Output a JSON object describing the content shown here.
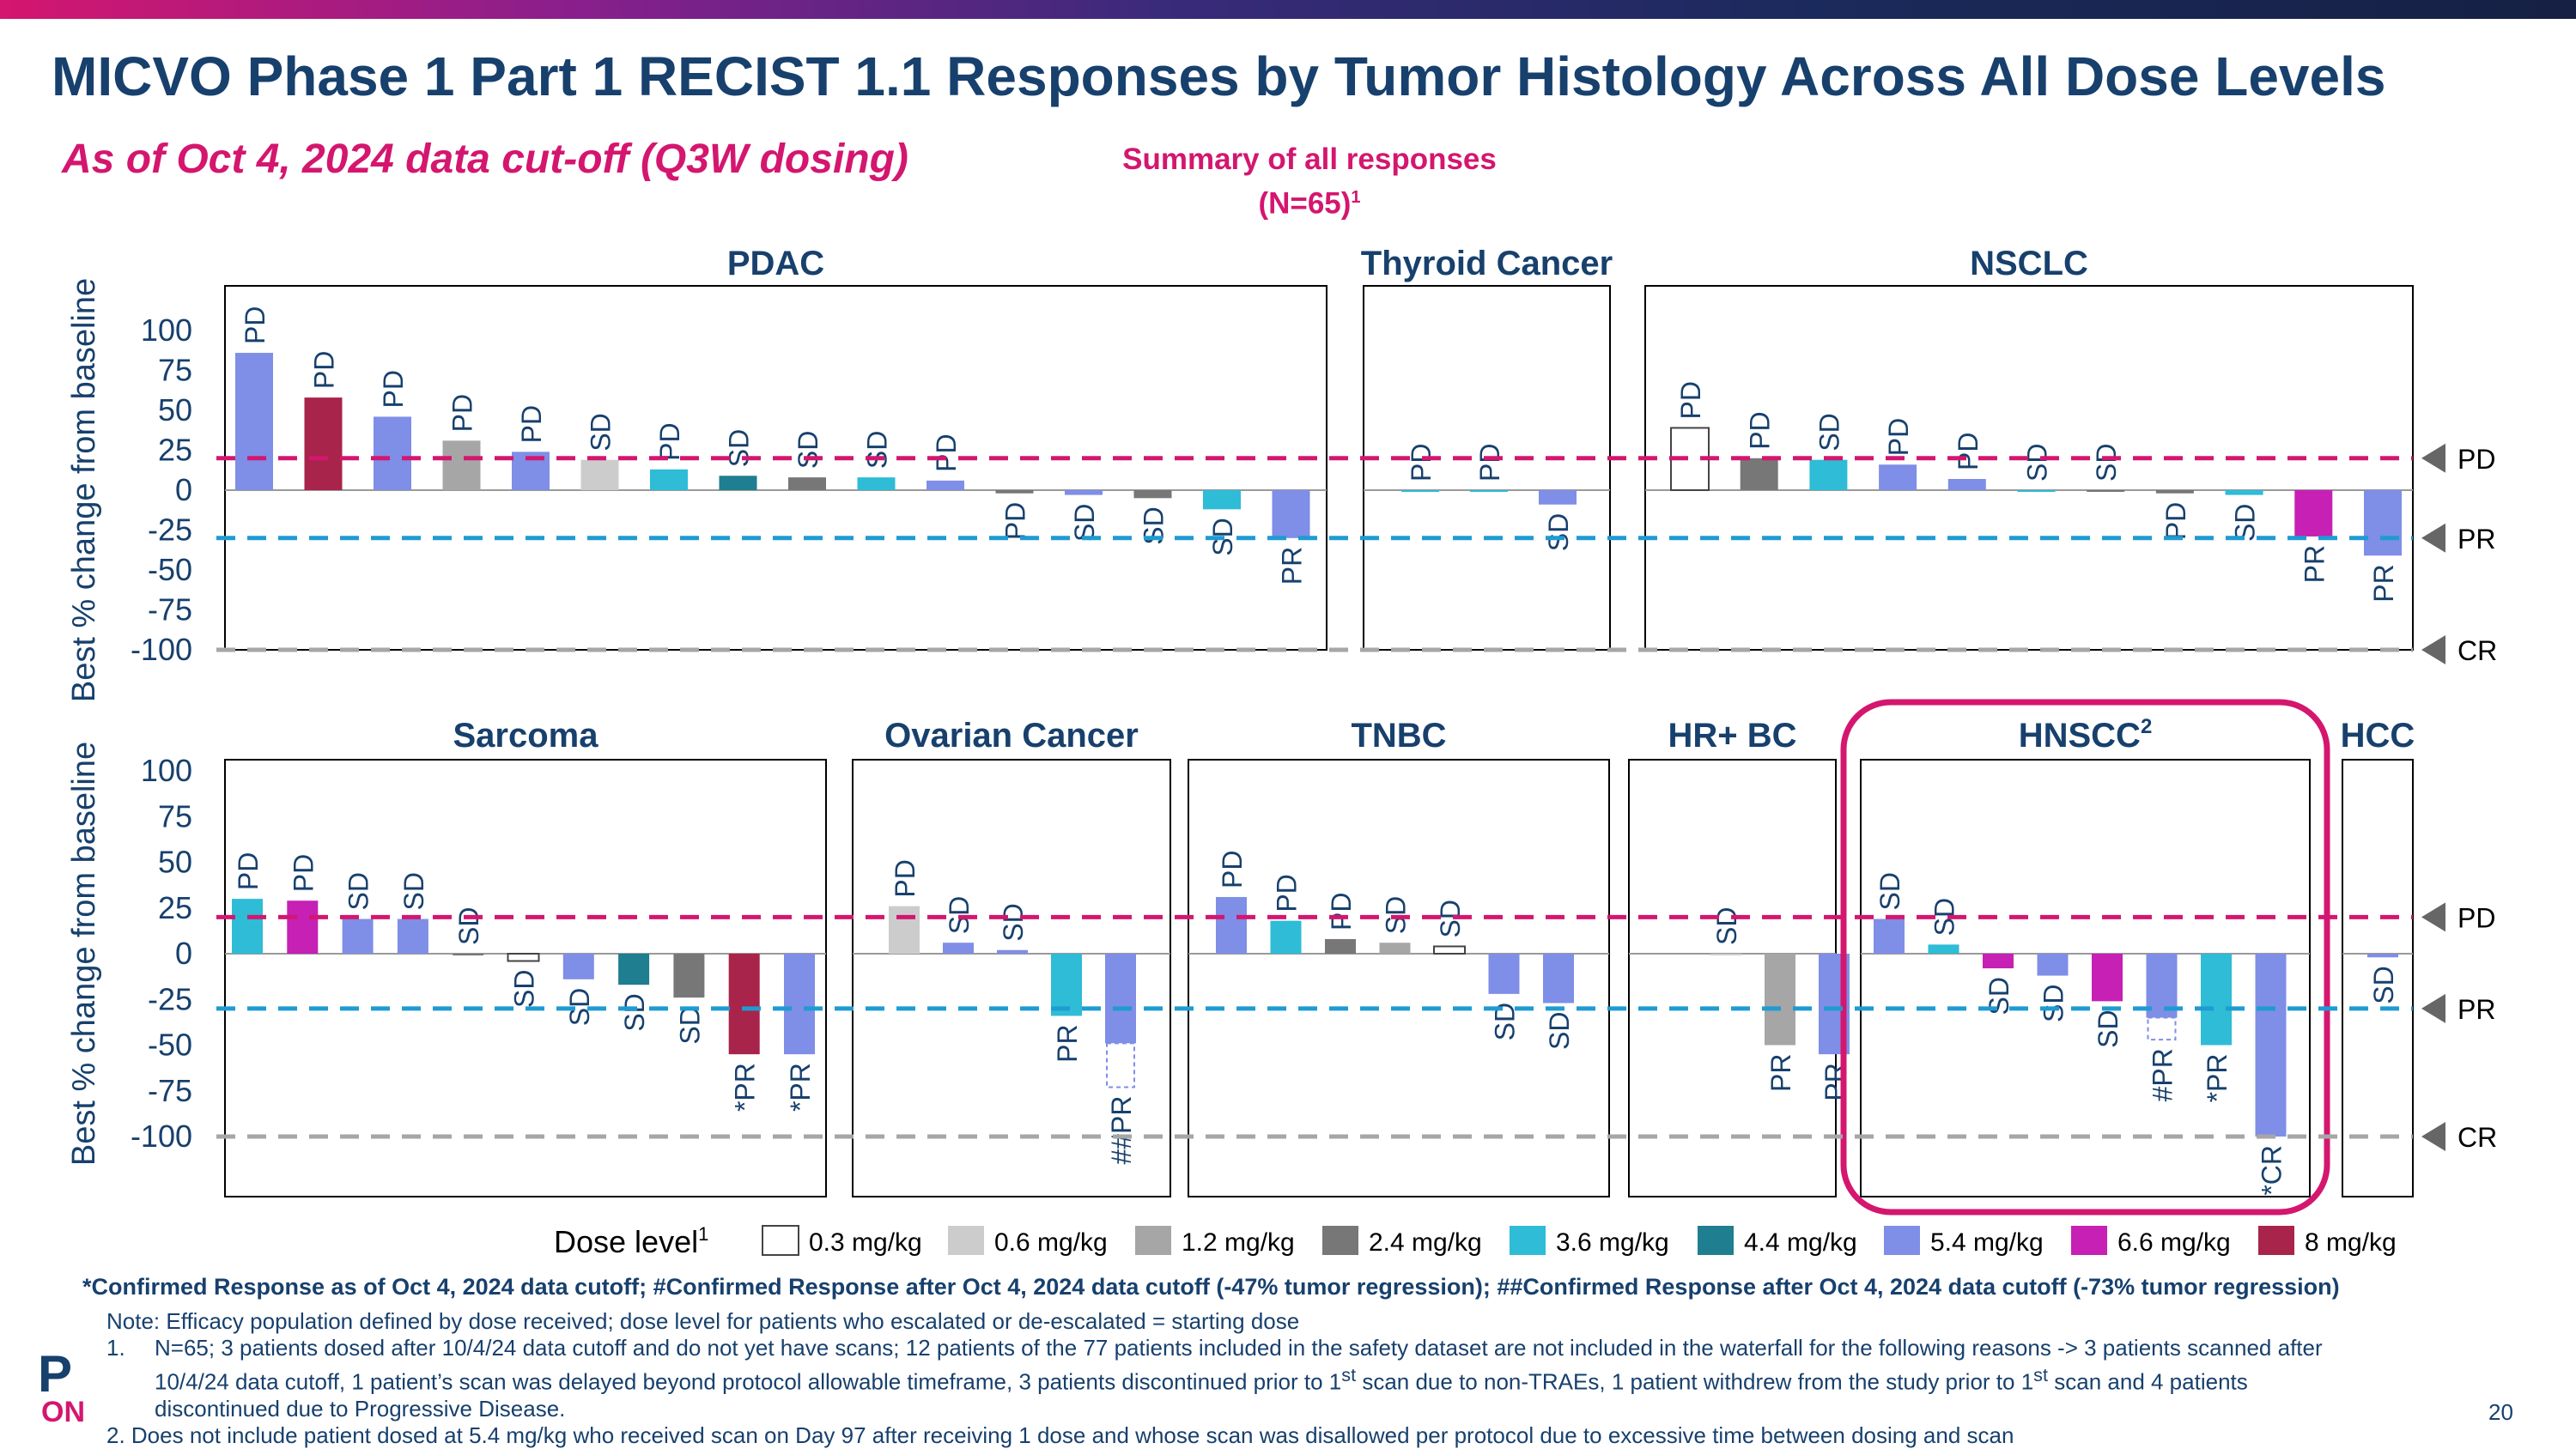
{
  "header": {
    "title": "MICVO Phase 1 Part 1 RECIST 1.1 Responses by Tumor Histology Across All Dose Levels",
    "subtitle": "As of Oct 4, 2024 data cut-off (Q3W dosing)",
    "summary_line1": "Summary of all responses",
    "summary_line2": "(N=65)",
    "summary_sup": "1"
  },
  "colors": {
    "0.3 mg/kg": "#ffffff",
    "0.6 mg/kg": "#cccccc",
    "1.2 mg/kg": "#a6a6a6",
    "2.4 mg/kg": "#777777",
    "3.6 mg/kg": "#2ebcd6",
    "4.4 mg/kg": "#1f7e8f",
    "5.4 mg/kg": "#7f8ee6",
    "6.6 mg/kg": "#c620b4",
    "8 mg/kg": "#a8244a",
    "pd_line": "#d4166f",
    "pr_line": "#1e9bd2",
    "cr_line": "#a6a6a6",
    "text_navy": "#17406d"
  },
  "legend": {
    "label": "Dose level",
    "label_sup": "1",
    "items": [
      "0.3 mg/kg",
      "0.6 mg/kg",
      "1.2 mg/kg",
      "2.4 mg/kg",
      "3.6 mg/kg",
      "4.4 mg/kg",
      "5.4 mg/kg",
      "6.6 mg/kg",
      "8 mg/kg"
    ]
  },
  "chart_data": [
    {
      "type": "bar",
      "ylabel": "Best % change from baseline",
      "ylim": [
        -100,
        100
      ],
      "yticks": [
        100,
        75,
        50,
        25,
        0,
        -25,
        -50,
        -75,
        -100
      ],
      "thresholds": [
        {
          "label": "PD",
          "value": 20
        },
        {
          "label": "PR",
          "value": -30
        },
        {
          "label": "CR",
          "value": -100
        }
      ],
      "panels": [
        {
          "name": "PDAC",
          "bars": [
            {
              "value": 86,
              "dose": "5.4 mg/kg",
              "label": "PD"
            },
            {
              "value": 58,
              "dose": "8 mg/kg",
              "label": "PD"
            },
            {
              "value": 46,
              "dose": "5.4 mg/kg",
              "label": "PD"
            },
            {
              "value": 31,
              "dose": "1.2 mg/kg",
              "label": "PD"
            },
            {
              "value": 24,
              "dose": "5.4 mg/kg",
              "label": "PD"
            },
            {
              "value": 19,
              "dose": "0.6 mg/kg",
              "label": "SD"
            },
            {
              "value": 13,
              "dose": "3.6 mg/kg",
              "label": "PD"
            },
            {
              "value": 9,
              "dose": "4.4 mg/kg",
              "label": "SD"
            },
            {
              "value": 8,
              "dose": "2.4 mg/kg",
              "label": "SD"
            },
            {
              "value": 8,
              "dose": "3.6 mg/kg",
              "label": "SD"
            },
            {
              "value": 6,
              "dose": "5.4 mg/kg",
              "label": "PD"
            },
            {
              "value": -2,
              "dose": "2.4 mg/kg",
              "label": "PD"
            },
            {
              "value": -3,
              "dose": "5.4 mg/kg",
              "label": "SD"
            },
            {
              "value": -5,
              "dose": "2.4 mg/kg",
              "label": "SD"
            },
            {
              "value": -12,
              "dose": "3.6 mg/kg",
              "label": "SD"
            },
            {
              "value": -30,
              "dose": "5.4 mg/kg",
              "label": "PR"
            }
          ]
        },
        {
          "name": "Thyroid Cancer",
          "bars": [
            {
              "value": 0,
              "dose": "3.6 mg/kg",
              "label": "PD"
            },
            {
              "value": 0,
              "dose": "3.6 mg/kg",
              "label": "PD"
            },
            {
              "value": -9,
              "dose": "5.4 mg/kg",
              "label": "SD"
            }
          ]
        },
        {
          "name": "NSCLC",
          "bars": [
            {
              "value": 39,
              "dose": "0.3 mg/kg",
              "label": "PD"
            },
            {
              "value": 20,
              "dose": "2.4 mg/kg",
              "label": "PD"
            },
            {
              "value": 19,
              "dose": "3.6 mg/kg",
              "label": "SD"
            },
            {
              "value": 16,
              "dose": "5.4 mg/kg",
              "label": "PD"
            },
            {
              "value": 7,
              "dose": "5.4 mg/kg",
              "label": "PD"
            },
            {
              "value": 0,
              "dose": "3.6 mg/kg",
              "label": "SD"
            },
            {
              "value": 0,
              "dose": "2.4 mg/kg",
              "label": "SD"
            },
            {
              "value": -2,
              "dose": "2.4 mg/kg",
              "label": "PD"
            },
            {
              "value": -3,
              "dose": "3.6 mg/kg",
              "label": "SD"
            },
            {
              "value": -29,
              "dose": "6.6 mg/kg",
              "label": "PR"
            },
            {
              "value": -41,
              "dose": "5.4 mg/kg",
              "label": "PR"
            }
          ]
        }
      ]
    },
    {
      "type": "bar",
      "ylabel": "Best % change from baseline",
      "ylim": [
        -100,
        100
      ],
      "yticks": [
        100,
        75,
        50,
        25,
        0,
        -25,
        -50,
        -75,
        -100
      ],
      "thresholds": [
        {
          "label": "PD",
          "value": 20
        },
        {
          "label": "PR",
          "value": -30
        },
        {
          "label": "CR",
          "value": -100
        }
      ],
      "panels": [
        {
          "name": "Sarcoma",
          "bars": [
            {
              "value": 30,
              "dose": "3.6 mg/kg",
              "label": "PD"
            },
            {
              "value": 29,
              "dose": "6.6 mg/kg",
              "label": "PD"
            },
            {
              "value": 19,
              "dose": "5.4 mg/kg",
              "label": "SD"
            },
            {
              "value": 19,
              "dose": "5.4 mg/kg",
              "label": "SD"
            },
            {
              "value": 0,
              "dose": "2.4 mg/kg",
              "label": "SD"
            },
            {
              "value": -4,
              "dose": "0.3 mg/kg",
              "label": "SD"
            },
            {
              "value": -14,
              "dose": "5.4 mg/kg",
              "label": "SD"
            },
            {
              "value": -17,
              "dose": "4.4 mg/kg",
              "label": "SD"
            },
            {
              "value": -24,
              "dose": "2.4 mg/kg",
              "label": "SD"
            },
            {
              "value": -55,
              "dose": "8 mg/kg",
              "label": "*PR"
            },
            {
              "value": -55,
              "dose": "5.4 mg/kg",
              "label": "*PR"
            }
          ]
        },
        {
          "name": "Ovarian Cancer",
          "bars": [
            {
              "value": 26,
              "dose": "0.6 mg/kg",
              "label": "PD"
            },
            {
              "value": 6,
              "dose": "5.4 mg/kg",
              "label": "SD"
            },
            {
              "value": 2,
              "dose": "5.4 mg/kg",
              "label": "SD"
            },
            {
              "value": -34,
              "dose": "3.6 mg/kg",
              "label": "PR"
            },
            {
              "value": -49,
              "dose": "5.4 mg/kg",
              "label": "##PR",
              "extension": -73
            }
          ]
        },
        {
          "name": "TNBC",
          "bars": [
            {
              "value": 31,
              "dose": "5.4 mg/kg",
              "label": "PD"
            },
            {
              "value": 18,
              "dose": "3.6 mg/kg",
              "label": "PD"
            },
            {
              "value": 8,
              "dose": "2.4 mg/kg",
              "label": "PD"
            },
            {
              "value": 6,
              "dose": "1.2 mg/kg",
              "label": "SD"
            },
            {
              "value": 4,
              "dose": "0.3 mg/kg",
              "label": "SD"
            },
            {
              "value": -22,
              "dose": "5.4 mg/kg",
              "label": "SD"
            },
            {
              "value": -27,
              "dose": "5.4 mg/kg",
              "label": "SD"
            }
          ]
        },
        {
          "name": "HR+ BC",
          "bars": [
            {
              "value": 0,
              "dose": "0.6 mg/kg",
              "label": "SD"
            },
            {
              "value": -50,
              "dose": "1.2 mg/kg",
              "label": "PR"
            },
            {
              "value": -55,
              "dose": "5.4 mg/kg",
              "label": "PR"
            }
          ]
        },
        {
          "name": "HNSCC",
          "name_sup": "2",
          "highlight": true,
          "bars": [
            {
              "value": 19,
              "dose": "5.4 mg/kg",
              "label": "SD"
            },
            {
              "value": 5,
              "dose": "3.6 mg/kg",
              "label": "SD"
            },
            {
              "value": -8,
              "dose": "6.6 mg/kg",
              "label": "SD"
            },
            {
              "value": -12,
              "dose": "5.4 mg/kg",
              "label": "SD"
            },
            {
              "value": -26,
              "dose": "6.6 mg/kg",
              "label": "SD"
            },
            {
              "value": -35,
              "dose": "5.4 mg/kg",
              "label": "#PR",
              "extension": -47
            },
            {
              "value": -50,
              "dose": "3.6 mg/kg",
              "label": "*PR"
            },
            {
              "value": -100,
              "dose": "5.4 mg/kg",
              "label": "*CR"
            }
          ]
        },
        {
          "name": "HCC",
          "bars": [
            {
              "value": -2,
              "dose": "5.4 mg/kg",
              "label": "SD"
            }
          ]
        }
      ]
    }
  ],
  "footnotes": {
    "confirmed": "*Confirmed Response as of Oct 4, 2024 data cutoff; #Confirmed Response after Oct 4, 2024 data cutoff (-47% tumor regression); ##Confirmed Response after Oct 4, 2024 data cutoff (-73% tumor regression)",
    "note": "Note: Efficacy population defined by dose received; dose level for patients who escalated or de-escalated = starting dose",
    "fn1_num": "1.",
    "fn1_a": "N=65; 3 patients dosed after 10/4/24 data cutoff and do not yet have scans; 12 patients of the 77 patients included in the safety dataset are not included in the waterfall for the following reasons -> 3 patients scanned after 10/4/24 data cutoff, 1 patient’s scan was delayed beyond protocol allowable timeframe, 3 patients discontinued prior to 1",
    "fn1_sup1": "st",
    "fn1_b": " scan due to non-TRAEs, 1 patient withdrew from the study prior to 1",
    "fn1_sup2": "st",
    "fn1_c": " scan and 4 patients discontinued due to Progressive Disease.",
    "fn2": "2. Does not include patient dosed at 5.4 mg/kg who received scan on Day 97 after receiving 1 dose and whose scan was disallowed per protocol due to excessive time between dosing and scan"
  },
  "logo": {
    "p": "P",
    "on": "ON"
  },
  "page_number": "20"
}
